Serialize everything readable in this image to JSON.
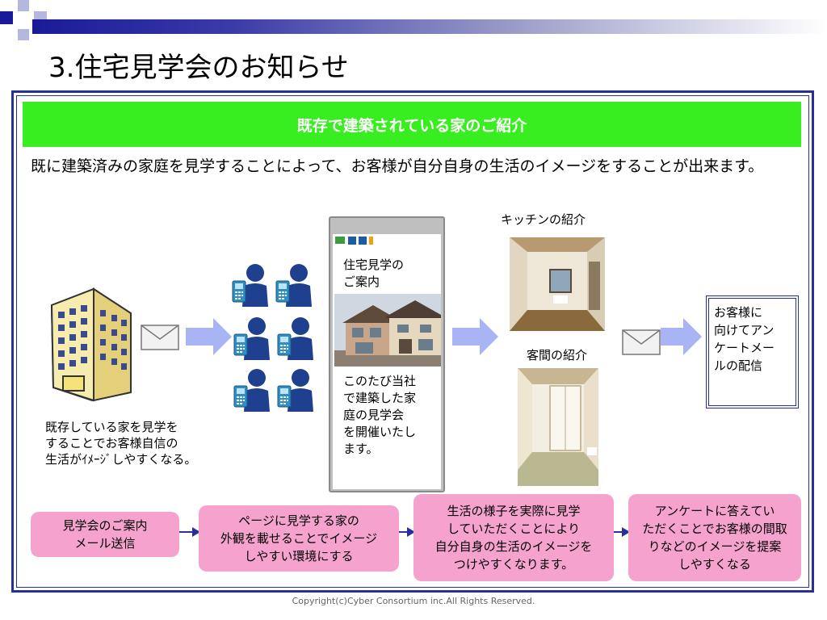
{
  "slide": {
    "title": "3.住宅見学会のお知らせ",
    "header": "既存で建築されている家のご紹介",
    "intro": "既に建築済みの家庭を見学することによって、お客様が自分自身の生活のイメージをすることが出来ます。",
    "left_caption": [
      "既存している家を見学を",
      "することでお客様自信の",
      "生活がｲﾒｰｼﾞしやすくなる。"
    ],
    "phone_title": [
      "住宅見学の",
      "ご案内"
    ],
    "phone_body": [
      "このたび当社",
      "で建築した家",
      "庭の見学会",
      "を開催いたし",
      "ます。"
    ],
    "kitchen_label": "キッチンの紹介",
    "guestroom_label": "客間の紹介",
    "result_box": [
      "お客様に",
      "向けてアン",
      "ケートメー",
      "ルの配信"
    ],
    "flow": [
      [
        "見学会のご案内",
        "メール送信"
      ],
      [
        "ページに見学する家の",
        "外観を載せることでイメージ",
        "しやすい環境にする"
      ],
      [
        "生活の様子を実際に見学",
        "していただくことにより",
        "自分自身の生活のイメージを",
        "つけやすくなります。"
      ],
      [
        "アンケートに答えてい",
        "ただくことでお客様の間取",
        "りなどのイメージを提案",
        "しやすくなる"
      ]
    ],
    "copyright": "Copyright(c)Cyber Consortium inc.All Rights Reserved."
  },
  "colors": {
    "header_green": "#38ee20",
    "frame_blue": "#26309a",
    "pink": "#f6a2cf",
    "arrow": "#a8b4f4",
    "person_blue": "#1f3f8f"
  },
  "icons": [
    "office-building-icon",
    "envelope-icon",
    "person-phone-icon",
    "arrow-right-icon"
  ]
}
